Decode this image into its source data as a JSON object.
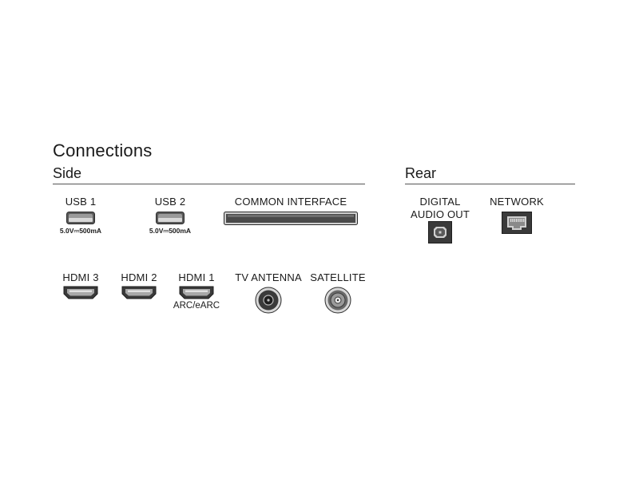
{
  "title": "Connections",
  "sections": {
    "side": "Side",
    "rear": "Rear"
  },
  "ports": {
    "usb1": {
      "label": "USB 1",
      "spec": "5.0V⎓500mA"
    },
    "usb2": {
      "label": "USB 2",
      "spec": "5.0V⎓500mA"
    },
    "common_interface": {
      "label": "COMMON INTERFACE"
    },
    "hdmi3": {
      "label": "HDMI 3"
    },
    "hdmi2": {
      "label": "HDMI 2"
    },
    "hdmi1": {
      "label": "HDMI 1",
      "sub": "ARC/eARC"
    },
    "tv_antenna": {
      "label": "TV ANTENNA"
    },
    "satellite": {
      "label": "SATELLITE"
    },
    "digital_audio_out": {
      "label_line1": "DIGITAL",
      "label_line2": "AUDIO OUT"
    },
    "network": {
      "label": "NETWORK"
    }
  },
  "icons": {
    "usb": "usb-port-icon",
    "ci": "common-interface-slot-icon",
    "hdmi": "hdmi-port-icon",
    "coax": "coaxial-port-icon",
    "optical": "optical-audio-port-icon",
    "ethernet": "ethernet-port-icon"
  },
  "colors": {
    "port_dark": "#3a3a3a",
    "port_gray": "#8e8e8e",
    "rule": "#555555"
  }
}
